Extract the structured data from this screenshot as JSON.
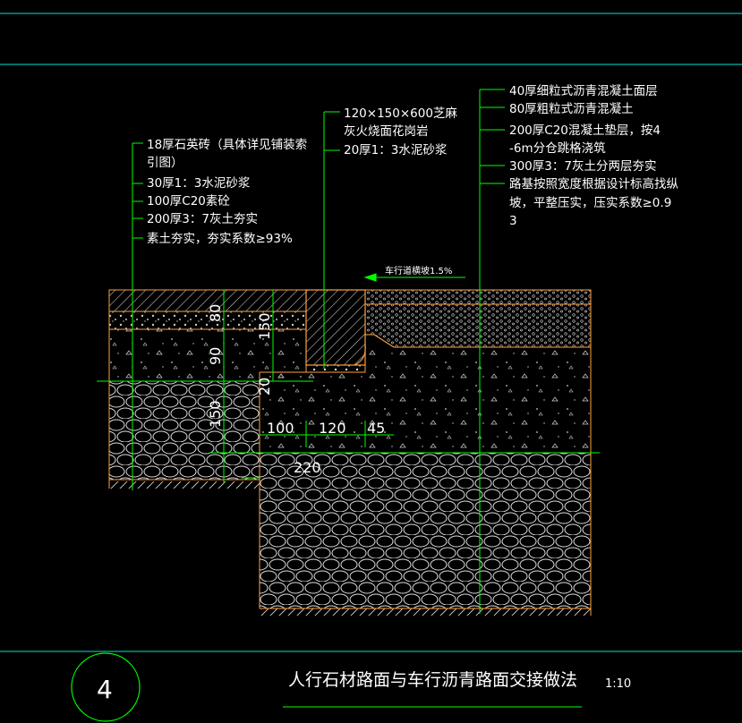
{
  "colors": {
    "background": "#000000",
    "frame": "#00e5d4",
    "leader": "#00ff00",
    "outline": "#ffa040",
    "hatch": "#ffffff",
    "text": "#ffffff"
  },
  "callouts": {
    "sidewalk": [
      "18厚石英砖（具体详见铺装索",
      "引图）",
      "30厚1：3水泥砂浆",
      "100厚C20素砼",
      "200厚3：7灰土夯实",
      "素土夯实，夯实系数≥93%"
    ],
    "curb": [
      "120×150×600芝麻",
      "灰火烧面花岗岩",
      "20厚1：3水泥砂浆"
    ],
    "roadway": [
      "40厚细粒式沥青混凝土面层",
      "80厚粗粒式沥青混凝土",
      "200厚C20混凝土垫层，按4",
      "-6m分仓跳格浇筑",
      "300厚3：7灰土分两层夯实",
      "路基按照宽度根据设计标高找纵",
      "坡，平整压实，压实系数≥0.9",
      "3"
    ]
  },
  "slope_label": "车行道横坡1.5%",
  "dimensions": {
    "d80": "80",
    "d90": "90",
    "d150a": "150",
    "d150b": "150",
    "d20": "20",
    "d100": "100",
    "d120": "120",
    "d45": "45",
    "d220": "220"
  },
  "title_block": {
    "detail_number": "4",
    "title": "人行石材路面与车行沥青路面交接做法",
    "scale": "1:10"
  }
}
